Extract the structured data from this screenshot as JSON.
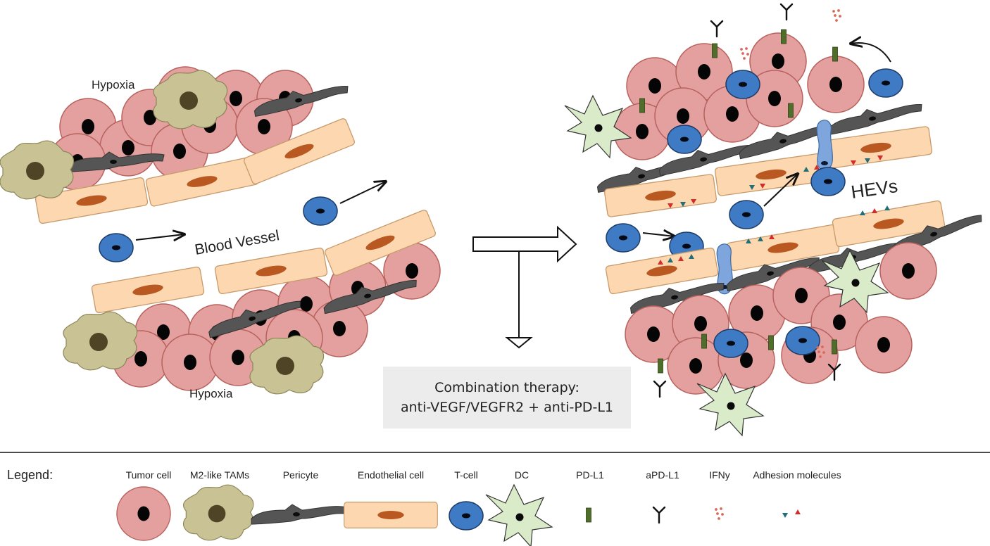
{
  "labels": {
    "hypoxia_top": "Hypoxia",
    "hypoxia_bottom": "Hypoxia",
    "blood_vessel": "Blood Vessel",
    "hevs": "HEVs"
  },
  "therapy": {
    "line1": "Combination therapy:",
    "line2": "anti-VEGF/VEGFR2 + anti-PD-L1"
  },
  "legend": {
    "title": "Legend:",
    "items": [
      {
        "label": "Tumor cell",
        "icon": "tumor-cell-icon"
      },
      {
        "label": "M2-like TAMs",
        "icon": "tam-icon"
      },
      {
        "label": "Pericyte",
        "icon": "pericyte-icon"
      },
      {
        "label": "Endothelial cell",
        "icon": "endothelial-cell-icon"
      },
      {
        "label": "T-cell",
        "icon": "t-cell-icon"
      },
      {
        "label": "DC",
        "icon": "dc-icon"
      },
      {
        "label": "PD-L1",
        "icon": "pd-l1-icon"
      },
      {
        "label": "aPD-L1",
        "icon": "apd-l1-icon"
      },
      {
        "label": "IFNy",
        "icon": "ifny-icon"
      },
      {
        "label": "Adhesion molecules",
        "icon": "adhesion-molecules-icon"
      }
    ]
  },
  "colors": {
    "tumor": "#e3a09e",
    "tumor_stroke": "#b8625e",
    "tam": "#c9c294",
    "pericyte": "#555555",
    "endothelial": "#fcd7b0",
    "endothelial_nucleus": "#b95820",
    "tcell": "#3f7bc4",
    "dc": "#d9ebc8",
    "pdl1": "#4f6e2a",
    "adhesion_red": "#d42b2b",
    "adhesion_teal": "#1f6e78",
    "ifny": "#d86a58"
  }
}
